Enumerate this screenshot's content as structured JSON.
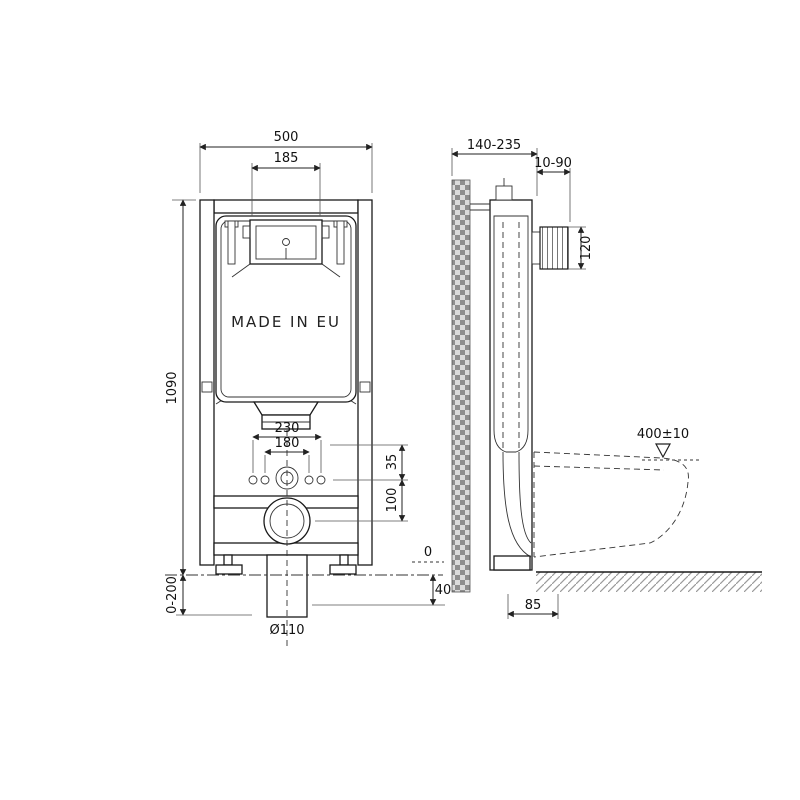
{
  "front": {
    "dim_width": "500",
    "dim_opening": "185",
    "dim_height": "1090",
    "dim_feet": "0-200",
    "dim_230": "230",
    "dim_180": "180",
    "dim_35": "35",
    "dim_100": "100",
    "dim_zero": "0",
    "dim_40": "40",
    "dim_drain": "Ø110",
    "stamp": "MADE IN EU"
  },
  "side": {
    "dim_depth": "140-235",
    "dim_plate_depth": "10-90",
    "dim_plate_height": "120",
    "dim_bowl_height": "400±10",
    "dim_85": "85"
  },
  "colors": {
    "line": "#1a1a1a",
    "wall_gray": "#8f8f8f",
    "hatch_gray": "#9a9a9a"
  }
}
